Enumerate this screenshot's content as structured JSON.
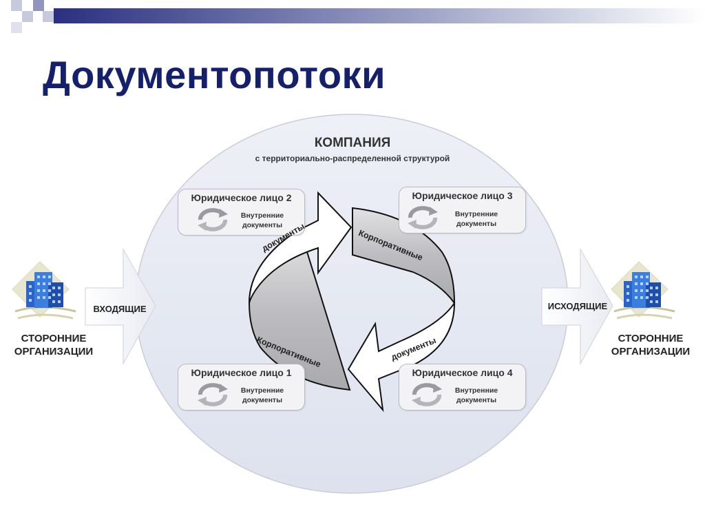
{
  "title": "Документопотоки",
  "company": {
    "title": "КОМПАНИЯ",
    "subtitle": "с территориально-распределенной структурой"
  },
  "entities": [
    {
      "title": "Юридическое лицо 2",
      "docs_line1": "Внутренние",
      "docs_line2": "документы"
    },
    {
      "title": "Юридическое лицо 3",
      "docs_line1": "Внутренние",
      "docs_line2": "документы"
    },
    {
      "title": "Юридическое лицо 1",
      "docs_line1": "Внутренние",
      "docs_line2": "документы"
    },
    {
      "title": "Юридическое лицо 4",
      "docs_line1": "Внутренние",
      "docs_line2": "документы"
    }
  ],
  "cycle": {
    "top_white": "документы",
    "top_gray": "Корпоративные",
    "bottom_gray": "Корпоративные",
    "bottom_white": "документы"
  },
  "incoming": {
    "arrow_label": "ВХОДЯЩИЕ",
    "org_line1": "СТОРОННИЕ",
    "org_line2": "ОРГАНИЗАЦИИ"
  },
  "outgoing": {
    "arrow_label": "ИСХОДЯЩИЕ",
    "org_line1": "СТОРОННИЕ",
    "org_line2": "ОРГАНИЗАЦИИ"
  },
  "colors": {
    "title": "#14206b",
    "header_gradient_start": "#2a2f80",
    "circle_fill": "#e4e8f2",
    "gray_band": "#c4c4c8",
    "building_blue": "#2a64c8"
  }
}
